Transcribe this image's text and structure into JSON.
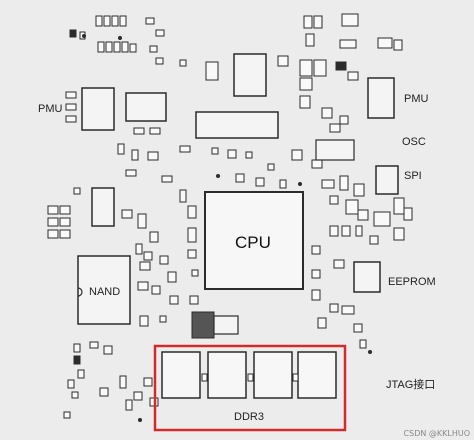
{
  "labels": {
    "pmu_left": "PMU",
    "pmu_right": "PMU",
    "osc": "OSC",
    "spi": "SPI",
    "cpu": "CPU",
    "eeprom": "EEPROM",
    "nand": "NAND",
    "ddr3": "DDR3",
    "jtag": "JTAG接口"
  },
  "watermark": "CSDN @KKLHUO",
  "colors": {
    "background": "#ececec",
    "outline": "#2b2b2b",
    "component_fill": "#f7f7f7",
    "highlight": "#d32b2b"
  }
}
